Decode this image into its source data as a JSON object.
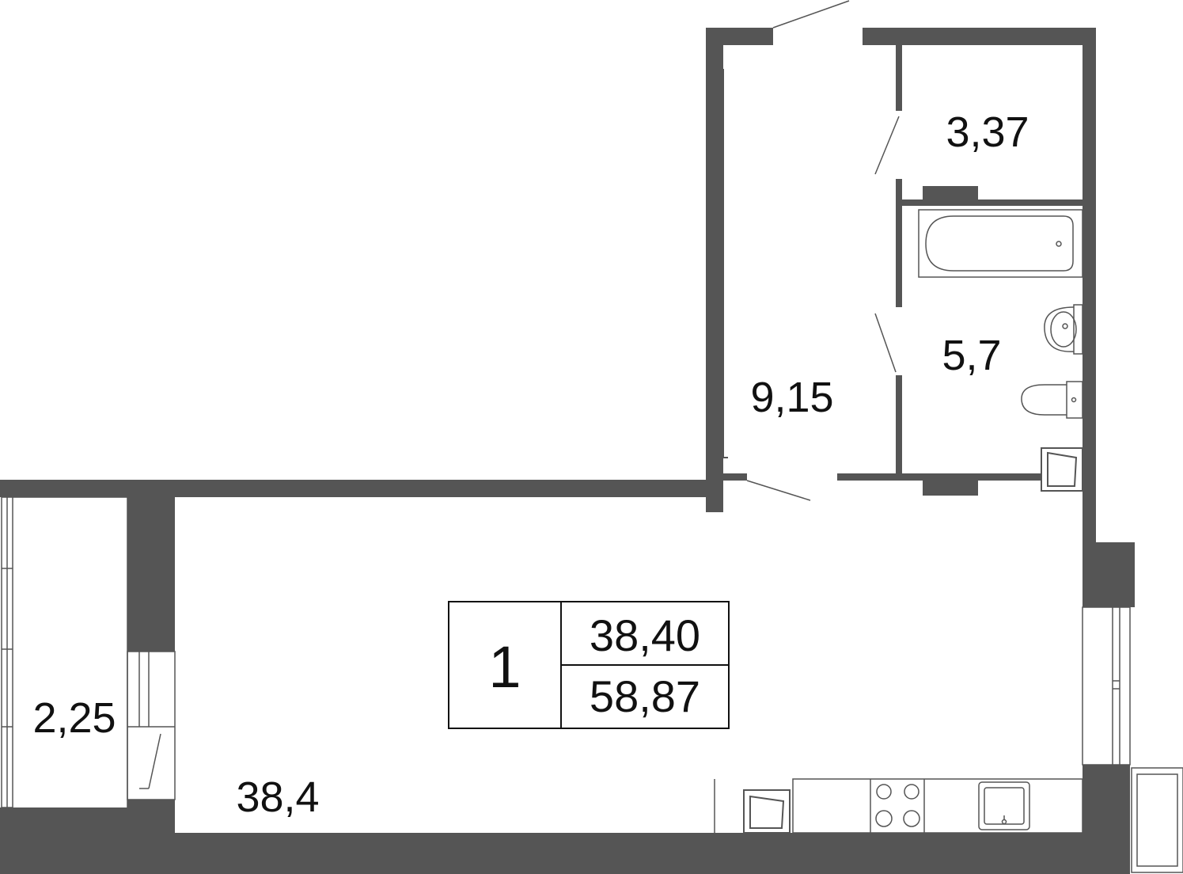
{
  "colors": {
    "wall": "#555555",
    "line": "#555555",
    "text": "#111111",
    "background": "#ffffff"
  },
  "rooms": {
    "storage": {
      "area": "3,37"
    },
    "bathroom": {
      "area": "5,7"
    },
    "hallway": {
      "area": "9,15"
    },
    "balcony": {
      "area": "2,25"
    },
    "living": {
      "area": "38,4"
    }
  },
  "summary": {
    "rooms_count": "1",
    "living_area": "38,40",
    "total_area": "58,87"
  },
  "icons": [
    "bathtub-icon",
    "washbasin-icon",
    "toilet-icon",
    "stove-icon",
    "kitchen-sink-icon"
  ]
}
